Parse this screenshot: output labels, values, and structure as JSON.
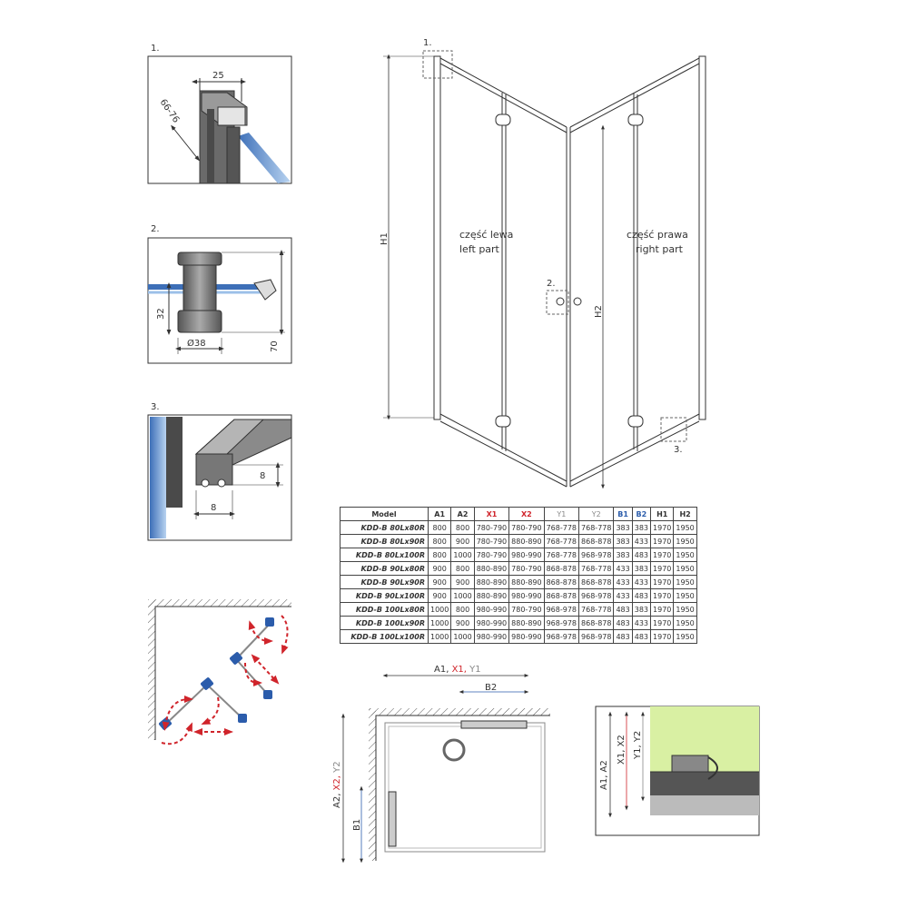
{
  "colors": {
    "red": "#d0242b",
    "gray": "#888888",
    "blue": "#2b5cab",
    "glass": "#6fa0d8",
    "wall": "#d9f0a3"
  },
  "details": {
    "n1": "1.",
    "n2": "2.",
    "n3": "3.",
    "d1_width": "25",
    "d1_range": "66-76",
    "d2_height": "32",
    "d2_total": "70",
    "d2_diam": "Ø38",
    "d3_h": "8",
    "d3_w": "8"
  },
  "main": {
    "callout1": "1.",
    "callout2": "2.",
    "callout3": "3.",
    "h1": "H1",
    "h2": "H2",
    "left_pl": "część lewa",
    "left_en": "left part",
    "right_pl": "część prawa",
    "right_en": "right part"
  },
  "plan": {
    "top_a": "A1, ",
    "top_x": "X1, ",
    "top_y": "Y1",
    "b2": "B2",
    "side_a": "A2, ",
    "side_x": "X2, ",
    "side_y": "Y2",
    "b1": "B1"
  },
  "section": {
    "a": "A1, A2",
    "x": "X1, X2",
    "y": "Y1, Y2"
  },
  "table": {
    "headers": [
      "Model",
      "A1",
      "A2",
      "X1",
      "X2",
      "Y1",
      "Y2",
      "B1",
      "B2",
      "H1",
      "H2"
    ],
    "rows": [
      [
        "KDD-B 80Lx80R",
        "800",
        "800",
        "780-790",
        "780-790",
        "768-778",
        "768-778",
        "383",
        "383",
        "1970",
        "1950"
      ],
      [
        "KDD-B 80Lx90R",
        "800",
        "900",
        "780-790",
        "880-890",
        "768-778",
        "868-878",
        "383",
        "433",
        "1970",
        "1950"
      ],
      [
        "KDD-B 80Lx100R",
        "800",
        "1000",
        "780-790",
        "980-990",
        "768-778",
        "968-978",
        "383",
        "483",
        "1970",
        "1950"
      ],
      [
        "KDD-B 90Lx80R",
        "900",
        "800",
        "880-890",
        "780-790",
        "868-878",
        "768-778",
        "433",
        "383",
        "1970",
        "1950"
      ],
      [
        "KDD-B 90Lx90R",
        "900",
        "900",
        "880-890",
        "880-890",
        "868-878",
        "868-878",
        "433",
        "433",
        "1970",
        "1950"
      ],
      [
        "KDD-B 90Lx100R",
        "900",
        "1000",
        "880-890",
        "980-990",
        "868-878",
        "968-978",
        "433",
        "483",
        "1970",
        "1950"
      ],
      [
        "KDD-B 100Lx80R",
        "1000",
        "800",
        "980-990",
        "780-790",
        "968-978",
        "768-778",
        "483",
        "383",
        "1970",
        "1950"
      ],
      [
        "KDD-B 100Lx90R",
        "1000",
        "900",
        "980-990",
        "880-890",
        "968-978",
        "868-878",
        "483",
        "433",
        "1970",
        "1950"
      ],
      [
        "KDD-B 100Lx100R",
        "1000",
        "1000",
        "980-990",
        "980-990",
        "968-978",
        "968-978",
        "483",
        "483",
        "1970",
        "1950"
      ]
    ]
  }
}
